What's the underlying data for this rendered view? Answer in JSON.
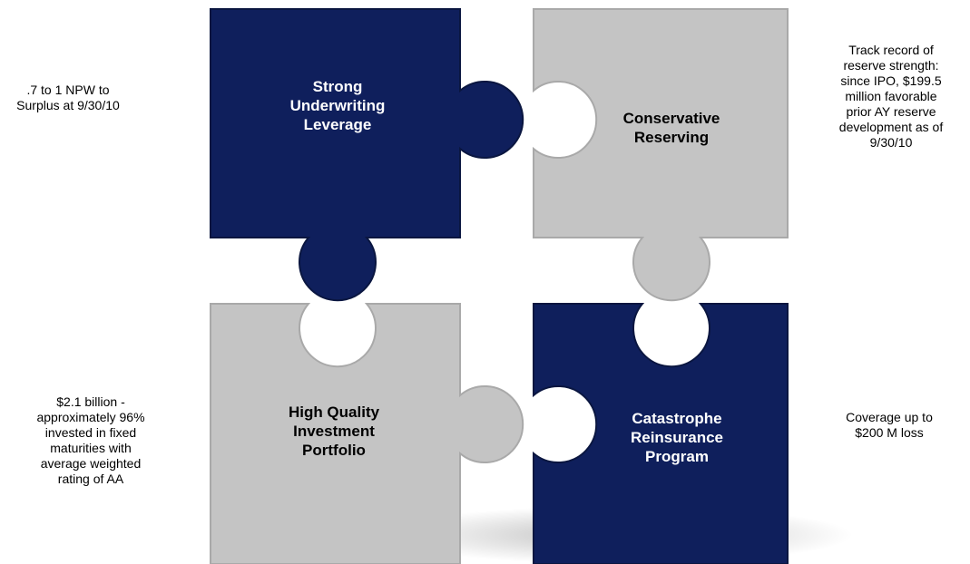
{
  "colors": {
    "navy": "#0f1f5c",
    "gray": "#c4c4c4",
    "label_on_navy": "#ffffff",
    "label_on_gray": "#000000"
  },
  "pieces": {
    "top_left": {
      "label": "Strong\nUnderwriting\nLeverage",
      "color": "navy"
    },
    "top_right": {
      "label": "Conservative\nReserving",
      "color": "gray"
    },
    "bottom_left": {
      "label": "High Quality\nInvestment\nPortfolio",
      "color": "gray"
    },
    "bottom_right": {
      "label": "Catastrophe\nReinsurance\nProgram",
      "color": "navy"
    }
  },
  "notes": {
    "top_left": ".7 to 1 NPW to\nSurplus at 9/30/10",
    "top_right": "Track record of\nreserve strength:\nsince IPO, $199.5\nmillion favorable\nprior AY reserve\ndevelopment as of\n9/30/10",
    "bottom_left": "$2.1 billion -\napproximately 96%\ninvested in fixed\nmaturities with\naverage weighted\nrating of AA",
    "bottom_right": "Coverage up to\n$200 M loss"
  }
}
